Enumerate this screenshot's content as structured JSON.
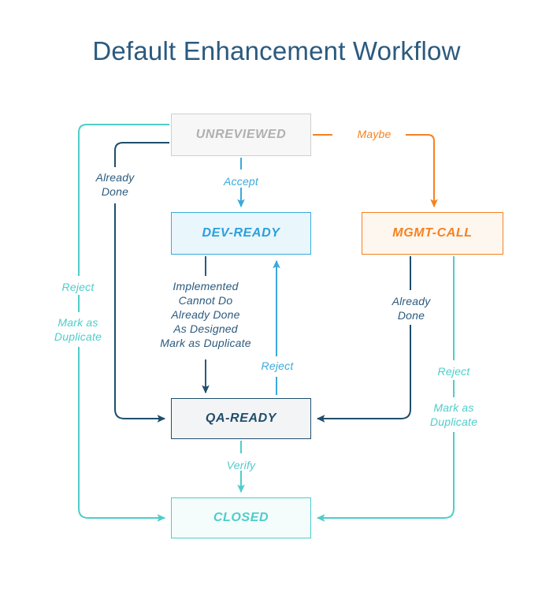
{
  "title": "Default Enhancement Workflow",
  "colors": {
    "title": "#2b5a7e",
    "navy": "#1f4e6b",
    "navy_label": "#2b5a7e",
    "cyan": "#3ba9dc",
    "teal": "#4ecdc9",
    "orange": "#f58220",
    "gray": "#b0b0b0",
    "gray_border": "#cfcfcf",
    "background": "#ffffff"
  },
  "nodes": [
    {
      "id": "unreviewed",
      "label": "UNREVIEWED",
      "status": "gray"
    },
    {
      "id": "dev_ready",
      "label": "DEV-READY",
      "status": "cyan"
    },
    {
      "id": "mgmt_call",
      "label": "MGMT-CALL",
      "status": "orange"
    },
    {
      "id": "qa_ready",
      "label": "QA-READY",
      "status": "navy"
    },
    {
      "id": "closed",
      "label": "CLOSED",
      "status": "teal"
    }
  ],
  "edges": [
    {
      "id": "accept",
      "from": "unreviewed",
      "to": "dev_ready",
      "label": "Accept",
      "color": "cyan"
    },
    {
      "id": "maybe",
      "from": "unreviewed",
      "to": "mgmt_call",
      "label": "Maybe",
      "color": "orange"
    },
    {
      "id": "already_done_left",
      "from": "unreviewed",
      "to": "qa_ready",
      "label": "Already\nDone",
      "color": "navy"
    },
    {
      "id": "reject_left",
      "from": "unreviewed",
      "to": "closed",
      "label": "Reject",
      "color": "teal"
    },
    {
      "id": "mark_duplicate_left",
      "from": "unreviewed",
      "to": "closed",
      "label": "Mark as\nDuplicate",
      "color": "teal"
    },
    {
      "id": "resolutions",
      "from": "dev_ready",
      "to": "qa_ready",
      "label": "Implemented\nCannot Do\nAlready Done\nAs Designed\nMark as Duplicate",
      "color": "navy"
    },
    {
      "id": "reject_mid",
      "from": "qa_ready",
      "to": "dev_ready",
      "label": "Reject",
      "color": "cyan"
    },
    {
      "id": "verify",
      "from": "qa_ready",
      "to": "closed",
      "label": "Verify",
      "color": "teal"
    },
    {
      "id": "already_done_right",
      "from": "mgmt_call",
      "to": "qa_ready",
      "label": "Already\nDone",
      "color": "navy"
    },
    {
      "id": "reject_right",
      "from": "mgmt_call",
      "to": "closed",
      "label": "Reject",
      "color": "teal"
    },
    {
      "id": "mark_duplicate_right",
      "from": "mgmt_call",
      "to": "closed",
      "label": "Mark as\nDuplicate",
      "color": "teal"
    }
  ],
  "labels": {
    "accept": "Accept",
    "maybe": "Maybe",
    "verify": "Verify",
    "already_done": "Already\nDone",
    "reject": "Reject",
    "mark_as_duplicate": "Mark as\nDuplicate",
    "resolutions": "Implemented\nCannot Do\nAlready Done\nAs Designed\nMark as Duplicate"
  }
}
